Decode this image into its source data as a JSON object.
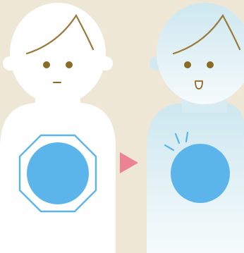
{
  "illustration": {
    "background_color": "#efe7d6",
    "before_figure": {
      "state": "tense",
      "body_color": "#ffffff",
      "hair_line_color": "#9a7a3a",
      "eye_color": "#8a6a24",
      "mouth": "flat-line",
      "chest_circle_color": "#5cb5ea",
      "chest_shield_shape": "octagon"
    },
    "transition_arrow": {
      "icon": "triangle-right-icon",
      "color": "#ec8395"
    },
    "after_figure": {
      "state": "relieved",
      "body_gradient_top": "#cde7f0",
      "body_gradient_bottom": "#f6fbfc",
      "hair_line_color": "#9a7a3a",
      "eye_color": "#8a6a24",
      "mouth": "smile",
      "chest_circle_color": "#5cb5ea",
      "emphasis_marks_color": "#5cb5ea"
    }
  }
}
